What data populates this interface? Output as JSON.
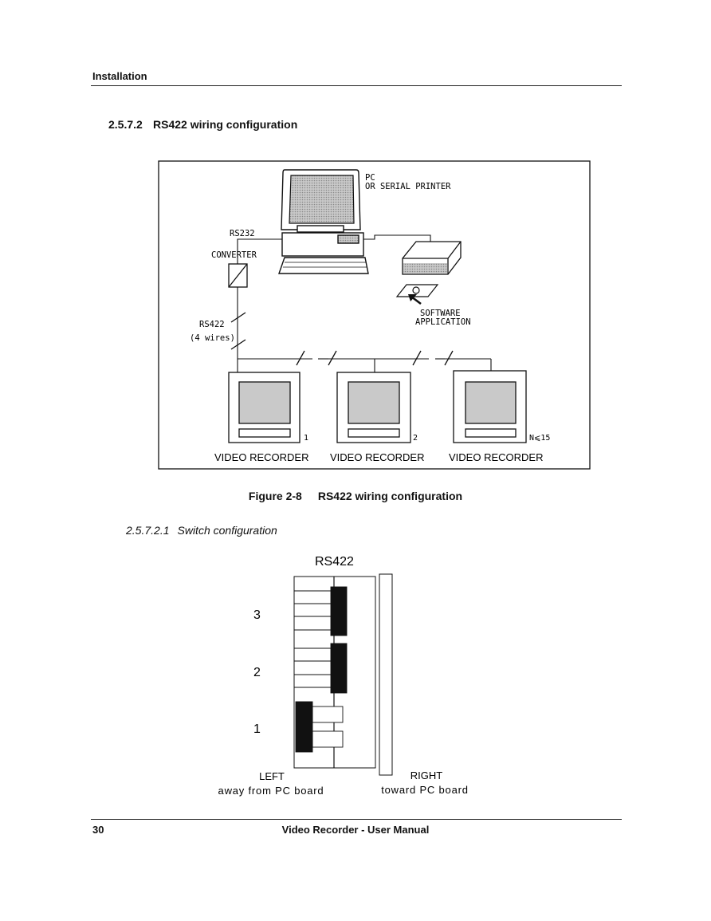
{
  "header": {
    "section_title": "Installation"
  },
  "section": {
    "number": "2.5.7.2",
    "title": "RS422 wiring configuration"
  },
  "diagram": {
    "pc_label_1": "PC",
    "pc_label_2": "OR SERIAL PRINTER",
    "rs232_label": "RS232",
    "converter_label": "CONVERTER",
    "rs422_label": "RS422",
    "wires_label": "(4 wires)",
    "software_label_1": "SOFTWARE",
    "software_label_2": "APPLICATION",
    "recorders": [
      {
        "index_label": "1",
        "name": "VIDEO RECORDER"
      },
      {
        "index_label": "2",
        "name": "VIDEO RECORDER"
      },
      {
        "index_label": "N⩽15",
        "name": "VIDEO RECORDER"
      }
    ]
  },
  "figure": {
    "number": "Figure 2-8",
    "caption": "RS422 wiring configuration"
  },
  "subsection": {
    "number": "2.5.7.2.1",
    "title": "Switch configuration"
  },
  "switch_diagram": {
    "title": "RS422",
    "group_labels": [
      "3",
      "2",
      "1"
    ],
    "left_label_1": "LEFT",
    "left_label_2": "away from PC board",
    "right_label_1": "RIGHT",
    "right_label_2": "toward PC board"
  },
  "footer": {
    "page_number": "30",
    "manual_title": "Video Recorder - User Manual"
  }
}
